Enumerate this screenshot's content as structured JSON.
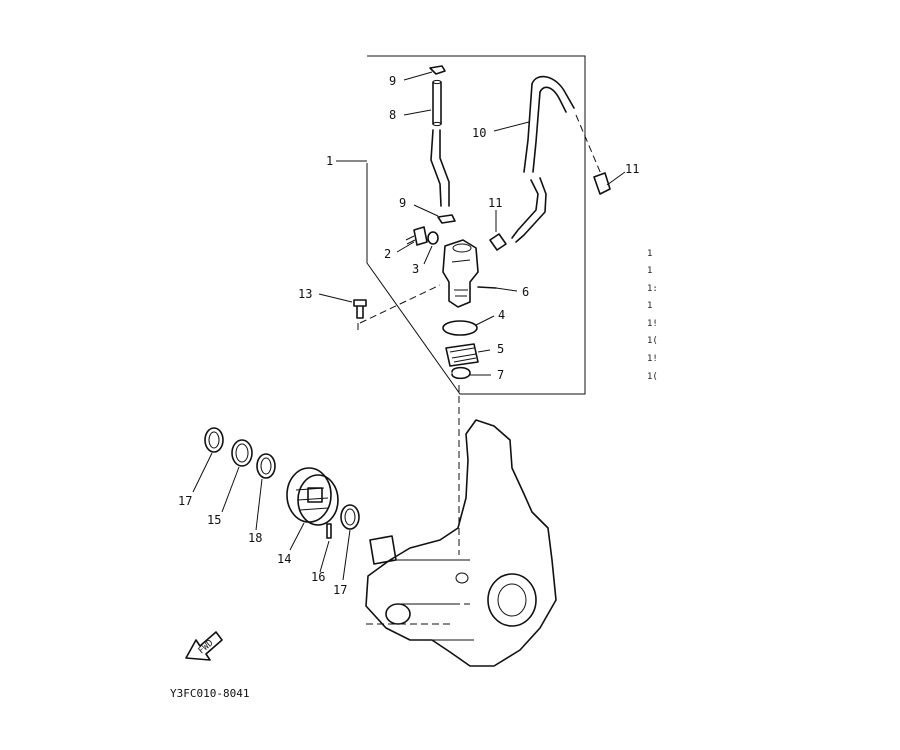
{
  "diagram": {
    "callouts": {
      "c1": "1",
      "c2": "2",
      "c3": "3",
      "c4": "4",
      "c5": "5",
      "c6": "6",
      "c7": "7",
      "c8": "8",
      "c9a": "9",
      "c9b": "9",
      "c10": "10",
      "c11a": "11",
      "c11b": "11",
      "c13": "13",
      "c14": "14",
      "c15": "15",
      "c16": "16",
      "c17a": "17",
      "c17b": "17",
      "c18": "18"
    },
    "truncated_list": [
      "1",
      "1",
      "1:",
      "1",
      "1!",
      "1(",
      "1!",
      "1("
    ],
    "fwd_arrow_text": "FWD",
    "drawing_code": "Y3FC010-8041"
  }
}
